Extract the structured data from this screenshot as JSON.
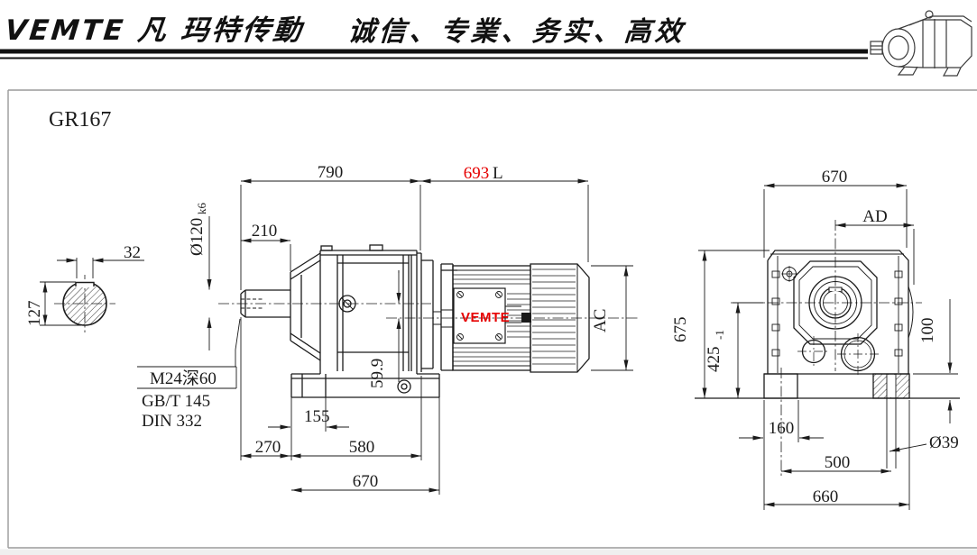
{
  "header": {
    "brand": "VEMTE 凡 玛特传動",
    "slogan": "诚信、专業、务实、高效"
  },
  "colors": {
    "accent_red": "#e60000",
    "line": "#1b1b1b"
  },
  "title": "GR167",
  "watermark": "VEMTE",
  "shaft_section": {
    "key_width": "32",
    "shaft_height": "127"
  },
  "side_view": {
    "gearbox_length": "790",
    "motor_length": "693",
    "motor_length_suffix": "L",
    "shaft_length": "210",
    "shaft_dia": "Ø120",
    "shaft_dia_tol": "k6",
    "axis_offset": "59.9",
    "tapped_hole": "M24深60",
    "standard_gb": "GB/T 145",
    "standard_din": "DIN 332",
    "foot_hole_to_edge": "155",
    "shaft_to_foot": "270",
    "foot_hole_span": "580",
    "foot_length": "670",
    "motor_dia": "AC"
  },
  "end_view": {
    "housing_width": "670",
    "terminal_offset": "AD",
    "housing_height": "675",
    "axis_height": "425",
    "axis_height_tol": "-1",
    "flange_height": "100",
    "foot_center_offset": "160",
    "foot_hole_spacing": "500",
    "base_width": "660",
    "foot_hole_dia": "Ø39"
  }
}
